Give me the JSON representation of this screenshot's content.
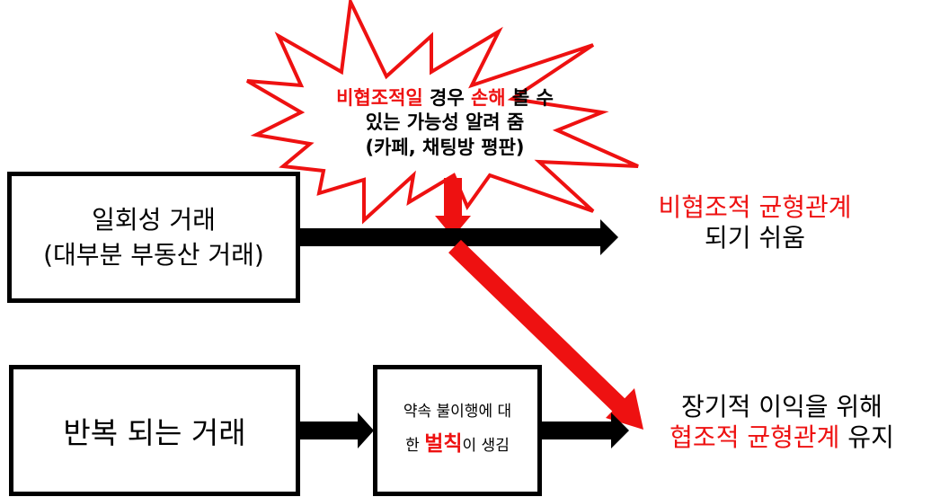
{
  "colors": {
    "accent_red": "#ee1111",
    "ink": "#000000",
    "background": "#ffffff"
  },
  "burst": {
    "line1_red": "비협조적일",
    "line1_mid": " 경우 ",
    "line1_red2": "손해",
    "line1_end": " 볼 수",
    "line2": "있는 가능성 알려 줌",
    "line3": "(카페, 채팅방 평판)"
  },
  "boxes": {
    "one_time": {
      "line1": "일회성 거래",
      "line2": "(대부분 부동산 거래)"
    },
    "repeated": {
      "label": "반복 되는 거래"
    },
    "penalty": {
      "line1": "약속 불이행에 대",
      "line2_pre": "한 ",
      "line2_red": "벌칙",
      "line2_post": "이 생김"
    }
  },
  "outcomes": {
    "noncoop": {
      "line1_red": "비협조적 균형관계",
      "line2": "되기 쉬움"
    },
    "coop": {
      "line1": "장기적 이익을 위해",
      "line2_red": "협조적 균형관계",
      "line2_post": " 유지"
    }
  }
}
